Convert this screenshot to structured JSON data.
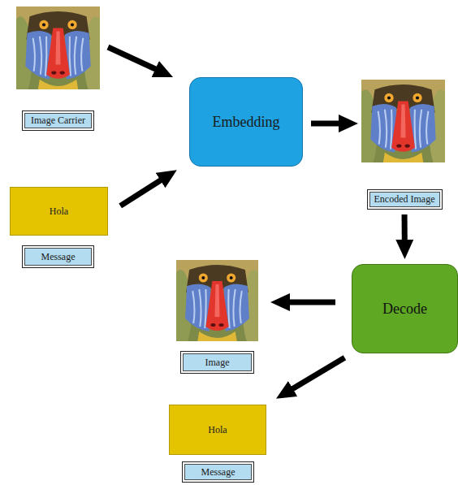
{
  "diagram": {
    "nodes": [
      {
        "text": [
          "Image Carrier"
        ]
      },
      {
        "text": [
          "Embedding"
        ]
      },
      {
        "text": [
          "Encoded Image"
        ]
      },
      {
        "text": [
          "Hola"
        ]
      },
      {
        "text": [
          "Message"
        ]
      },
      {
        "text": [
          "Decode"
        ]
      },
      {
        "text": [
          "Image"
        ]
      },
      {
        "text": [
          "Hola"
        ]
      },
      {
        "text": [
          "Message"
        ]
      }
    ],
    "edges": [
      {
        "from": 3,
        "to": 1,
        "arrow": "to"
      },
      {
        "from": 2,
        "to": 5,
        "arrow": "to"
      },
      {
        "from": 5,
        "to": 7,
        "arrow": "to"
      }
    ]
  }
}
